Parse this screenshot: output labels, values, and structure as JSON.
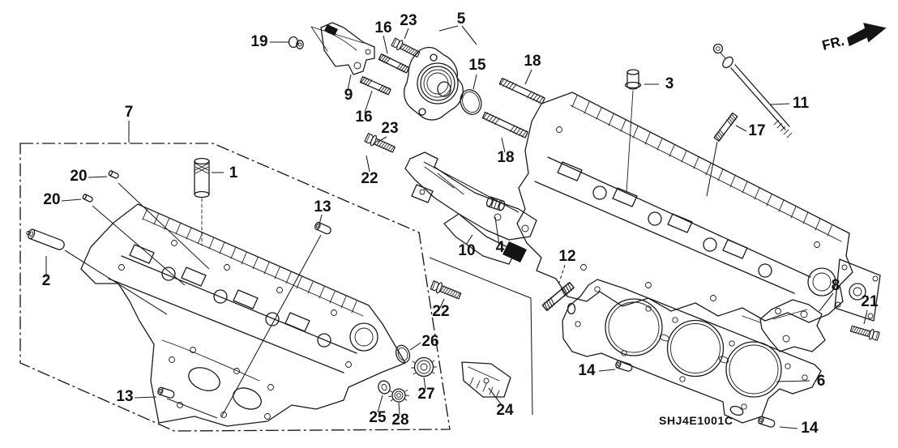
{
  "diagram": {
    "drawing_code": "SHJ4E1001C",
    "direction_label": "FR.",
    "background_color": "#ffffff",
    "line_color": "#1b1b1b",
    "callouts": [
      {
        "label": "19"
      },
      {
        "label": "16"
      },
      {
        "label": "23"
      },
      {
        "label": "5"
      },
      {
        "label": "15"
      },
      {
        "label": "9"
      },
      {
        "label": "16"
      },
      {
        "label": "23"
      },
      {
        "label": "18"
      },
      {
        "label": "3"
      },
      {
        "label": "11"
      },
      {
        "label": "17"
      },
      {
        "label": "18"
      },
      {
        "label": "22"
      },
      {
        "label": "7"
      },
      {
        "label": "20"
      },
      {
        "label": "20"
      },
      {
        "label": "1"
      },
      {
        "label": "13"
      },
      {
        "label": "2"
      },
      {
        "label": "10"
      },
      {
        "label": "4"
      },
      {
        "label": "12"
      },
      {
        "label": "22"
      },
      {
        "label": "26"
      },
      {
        "label": "27"
      },
      {
        "label": "25"
      },
      {
        "label": "28"
      },
      {
        "label": "24"
      },
      {
        "label": "13"
      },
      {
        "label": "8"
      },
      {
        "label": "21"
      },
      {
        "label": "6"
      },
      {
        "label": "14"
      },
      {
        "label": "14"
      }
    ]
  }
}
